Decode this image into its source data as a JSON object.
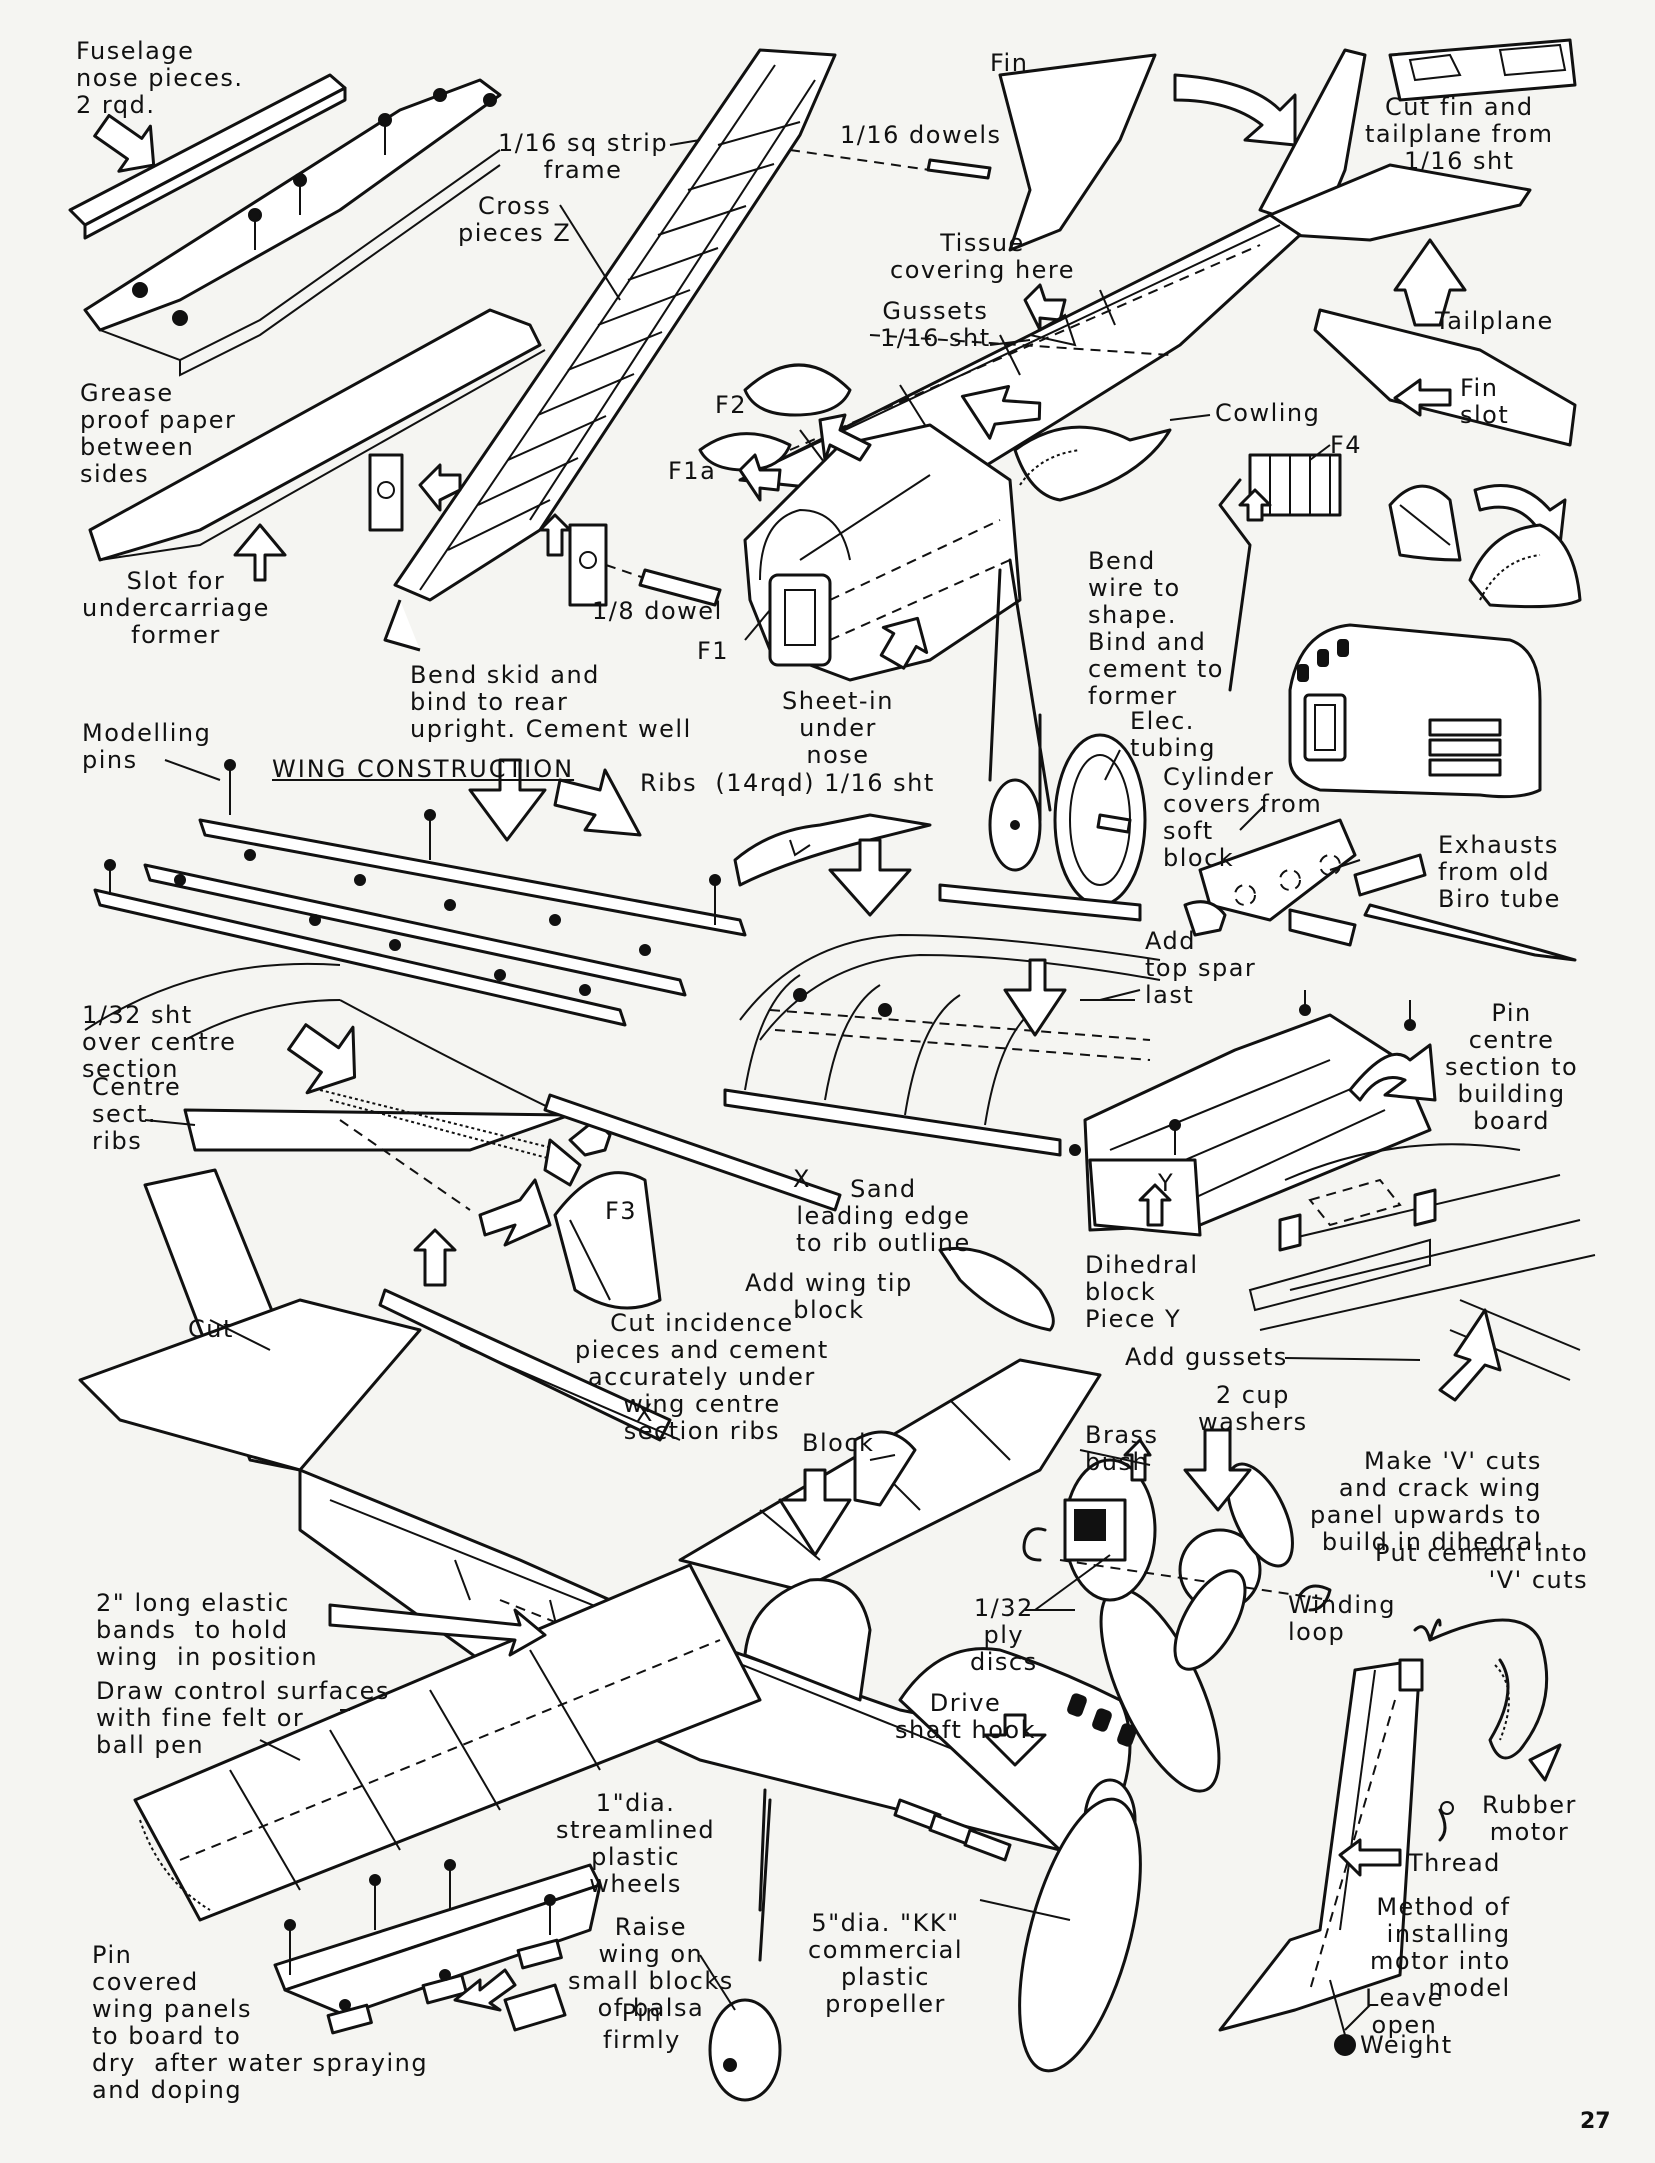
{
  "labels": {
    "fuselage_nose": "Fuselage\nnose pieces.\n2 rqd.",
    "strip_frame": "1/16 sq strip\nframe",
    "cross_pieces": "Cross\npieces Z",
    "dowels": "1/16 dowels",
    "fin": "Fin",
    "cut_fin": "Cut fin and\ntailplane from\n1/16 sht",
    "tissue": "Tissue\ncovering here",
    "gussets": "Gussets\n1/16 sht",
    "tailplane": "Tailplane",
    "fin_slot": "Fin\nslot",
    "grease": "Grease\nproof paper\nbetween\nsides",
    "f2": "F2",
    "f1a": "F1a",
    "cowling": "Cowling",
    "f4": "F4",
    "slot_uc": "Slot for\nundercarriage\nformer",
    "eighth_dowel": "1/8 dowel",
    "f1": "F1",
    "bend_wire": "Bend\nwire to\nshape.\nBind and\ncement to\nformer",
    "bend_skid": "Bend skid and\nbind to rear\nupright. Cement well",
    "sheet_in": "Sheet-in\nunder\nnose",
    "elec_tubing": "Elec.\ntubing",
    "modelling_pins": "Modelling\npins",
    "wing_construction": "WING CONSTRUCTION",
    "ribs": "Ribs  (14rqd) 1/16 sht",
    "cylinder_covers": "Cylinder\ncovers from\nsoft\nblock",
    "exhausts": "Exhausts\nfrom old\nBiro tube",
    "add_top_spar": "Add\ntop spar\nlast",
    "sht_over_centre": "1/32 sht\nover centre\nsection",
    "centre_sect_ribs": "Centre\nsect.\nribs",
    "pin_centre": "Pin\ncentre\nsection to\nbuilding\nboard",
    "f3": "F3",
    "sand_le": "Sand\nleading edge\nto rib outline",
    "dihedral_block": "Dihedral\nblock\nPiece Y",
    "add_wing_tip": "Add wing tip\nblock",
    "cut": "Cut",
    "cut_incidence": "Cut incidence\npieces and cement\naccurately under\nwing centre\nsection ribs",
    "add_gussets": "Add gussets",
    "cup_washers": "2 cup\nwashers",
    "block": "Block",
    "brass_bush": "Brass\nbush",
    "make_v_cuts": "Make 'V' cuts\nand crack wing\npanel upwards to\nbuild in dihedral",
    "put_cement": "Put cement into\n'V' cuts",
    "elastic_bands": "2\" long elastic\nbands  to hold\nwing  in position",
    "ply_discs": "1/32\nply\ndiscs",
    "winding_loop": "Winding\nloop",
    "draw_control": "Draw control surfaces\nwith fine felt or\nball pen",
    "drive_shaft": "Drive\nshaft hook",
    "rubber_motor": "Rubber\nmotor",
    "thread": "Thread",
    "wheels": "1\"dia.\nstreamlined\nplastic\nwheels",
    "method": "Method of\ninstalling\nmotor into\nmodel",
    "raise_wing": "Raise\nwing on\nsmall blocks\nof balsa",
    "propeller": "5\"dia. \"KK\"\ncommercial\nplastic\npropeller",
    "pin_covered": "Pin\ncovered\nwing panels\nto board to\ndry  after water spraying\nand doping",
    "pin_firmly": "Pin\nfirmly",
    "leave_open": "Leave\nopen",
    "weight": "Weight",
    "x_mark_1": "X",
    "x_mark_2": "X",
    "y_mark": "Y",
    "page_number": "27"
  }
}
